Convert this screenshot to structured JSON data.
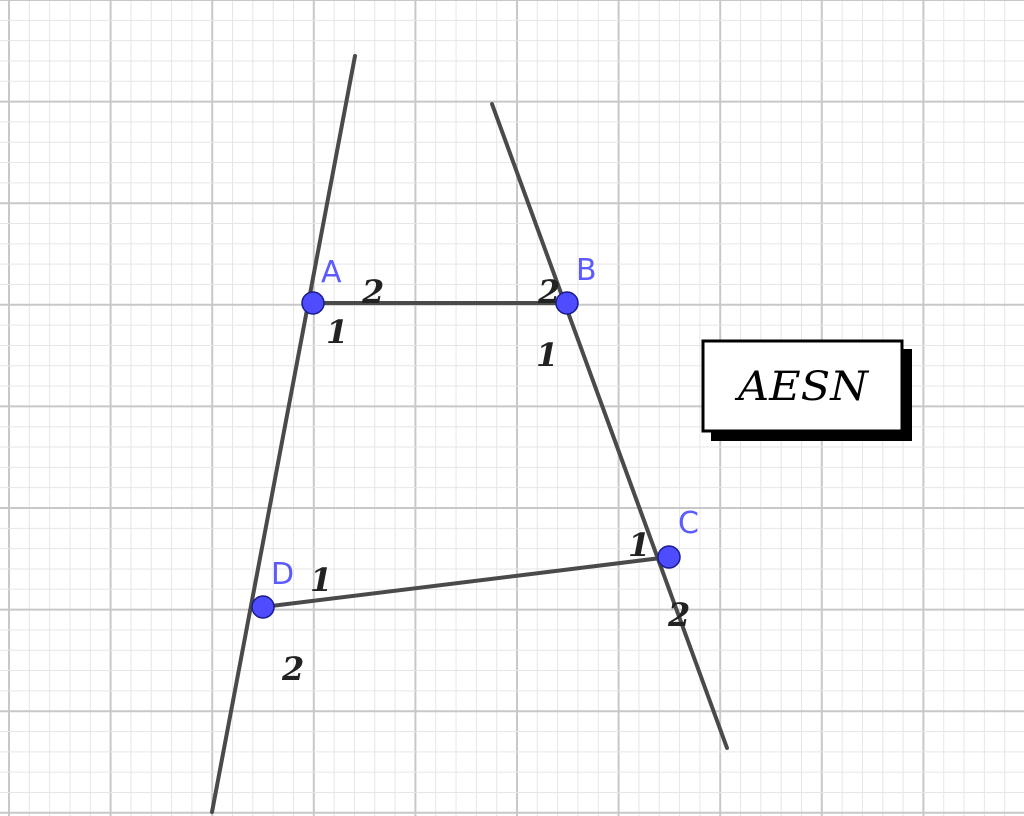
{
  "colors": {
    "background": "#ffffff",
    "grid_major": "#c8c8c8",
    "grid_minor": "#e6e6e6",
    "line": "#4a4a4a",
    "point_fill": "#4d4dff",
    "point_stroke": "#1a1a8c",
    "point_label": "#5b5bff"
  },
  "points": [
    {
      "id": "A",
      "label": "A"
    },
    {
      "id": "B",
      "label": "B"
    },
    {
      "id": "C",
      "label": "C"
    },
    {
      "id": "D",
      "label": "D"
    }
  ],
  "angle_labels": [
    {
      "id": "A-2",
      "text": "2"
    },
    {
      "id": "A-1",
      "text": "1"
    },
    {
      "id": "B-2",
      "text": "2"
    },
    {
      "id": "B-1",
      "text": "1"
    },
    {
      "id": "C-1",
      "text": "1"
    },
    {
      "id": "C-2",
      "text": "2"
    },
    {
      "id": "D-1",
      "text": "1"
    },
    {
      "id": "D-2",
      "text": "2"
    }
  ],
  "text_box": {
    "text": "AESN"
  }
}
